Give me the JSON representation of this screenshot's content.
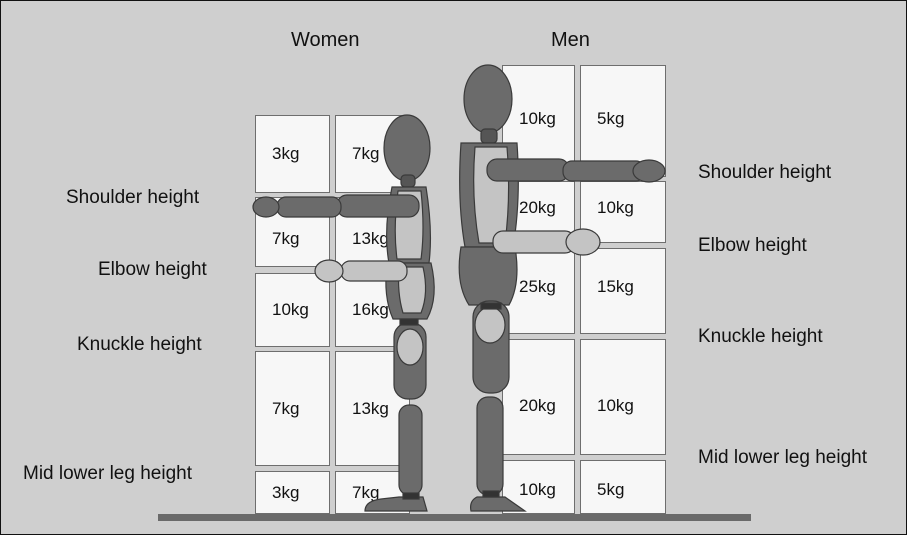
{
  "headers": {
    "women": "Women",
    "men": "Men"
  },
  "left_labels": {
    "shoulder": "Shoulder height",
    "elbow": "Elbow height",
    "knuckle": "Knuckle height",
    "mid_lower_leg": "Mid lower leg height"
  },
  "right_labels": {
    "shoulder": "Shoulder height",
    "elbow": "Elbow height",
    "knuckle": "Knuckle height",
    "mid_lower_leg": "Mid lower leg height"
  },
  "women_weights": {
    "above_shoulder": [
      "3kg",
      "7kg"
    ],
    "shoulder_to_elbow": [
      "7kg",
      "13kg"
    ],
    "elbow_to_knuckle": [
      "10kg",
      "16kg"
    ],
    "knuckle_to_lower_leg": [
      "7kg",
      "13kg"
    ],
    "below_lower_leg": [
      "3kg",
      "7kg"
    ]
  },
  "men_weights": {
    "above_shoulder": [
      "10kg",
      "5kg"
    ],
    "shoulder_to_elbow": [
      "20kg",
      "10kg"
    ],
    "elbow_to_knuckle": [
      "25kg",
      "15kg"
    ],
    "knuckle_to_lower_leg": [
      "20kg",
      "10kg"
    ],
    "below_lower_leg": [
      "10kg",
      "5kg"
    ]
  },
  "colors": {
    "background": "#cfcfcf",
    "box_fill": "#f7f7f7",
    "figure_dark": "#6b6b6b",
    "figure_light": "#c4c4c4",
    "floor": "#6a6a6a"
  }
}
